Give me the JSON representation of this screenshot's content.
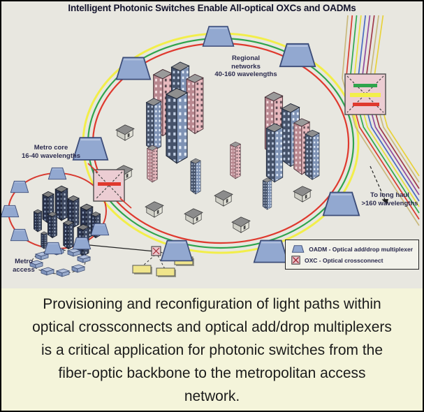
{
  "title": "Intelligent Photonic Switches Enable All-optical OXCs and OADMs",
  "diagram": {
    "labels": {
      "regional_line1": "Regional",
      "regional_line2": "networks",
      "regional_line3": "40-160 wavelengths",
      "metro_core_line1": "Metro core",
      "metro_core_line2": "16-40 wavelengths",
      "long_haul_line1": "To long haul",
      "long_haul_line2": ">160 wavelengths",
      "metro_access_line1": "Metro",
      "metro_access_line2": "access"
    },
    "legend": {
      "oadm_label": "OADM - Optical add/drop multiplexer",
      "oxc_label": "OXC - Optical crossconnect"
    },
    "colors": {
      "ring_yellow": "#f2ee4a",
      "ring_green": "#2fa44c",
      "ring_red": "#df392e",
      "metro_ring_red": "#d83a30",
      "oadm_blue": "#92a8d0",
      "oxc_pink": "#eccdd3",
      "fiber_colors": [
        "#c9b97d",
        "#d93a30",
        "#2fa84f",
        "#e8e03a",
        "#4a6ac2",
        "#8f4a9e",
        "#a03a4a",
        "#c9b97d",
        "#e8d23a"
      ]
    }
  },
  "caption": {
    "lines": [
      "Provisioning and reconfiguration of light paths within",
      "optical crossconnects and optical add/drop multiplexers",
      "is a critical application for photonic switches from the",
      "fiber-optic backbone to the metropolitan access",
      "network."
    ]
  }
}
